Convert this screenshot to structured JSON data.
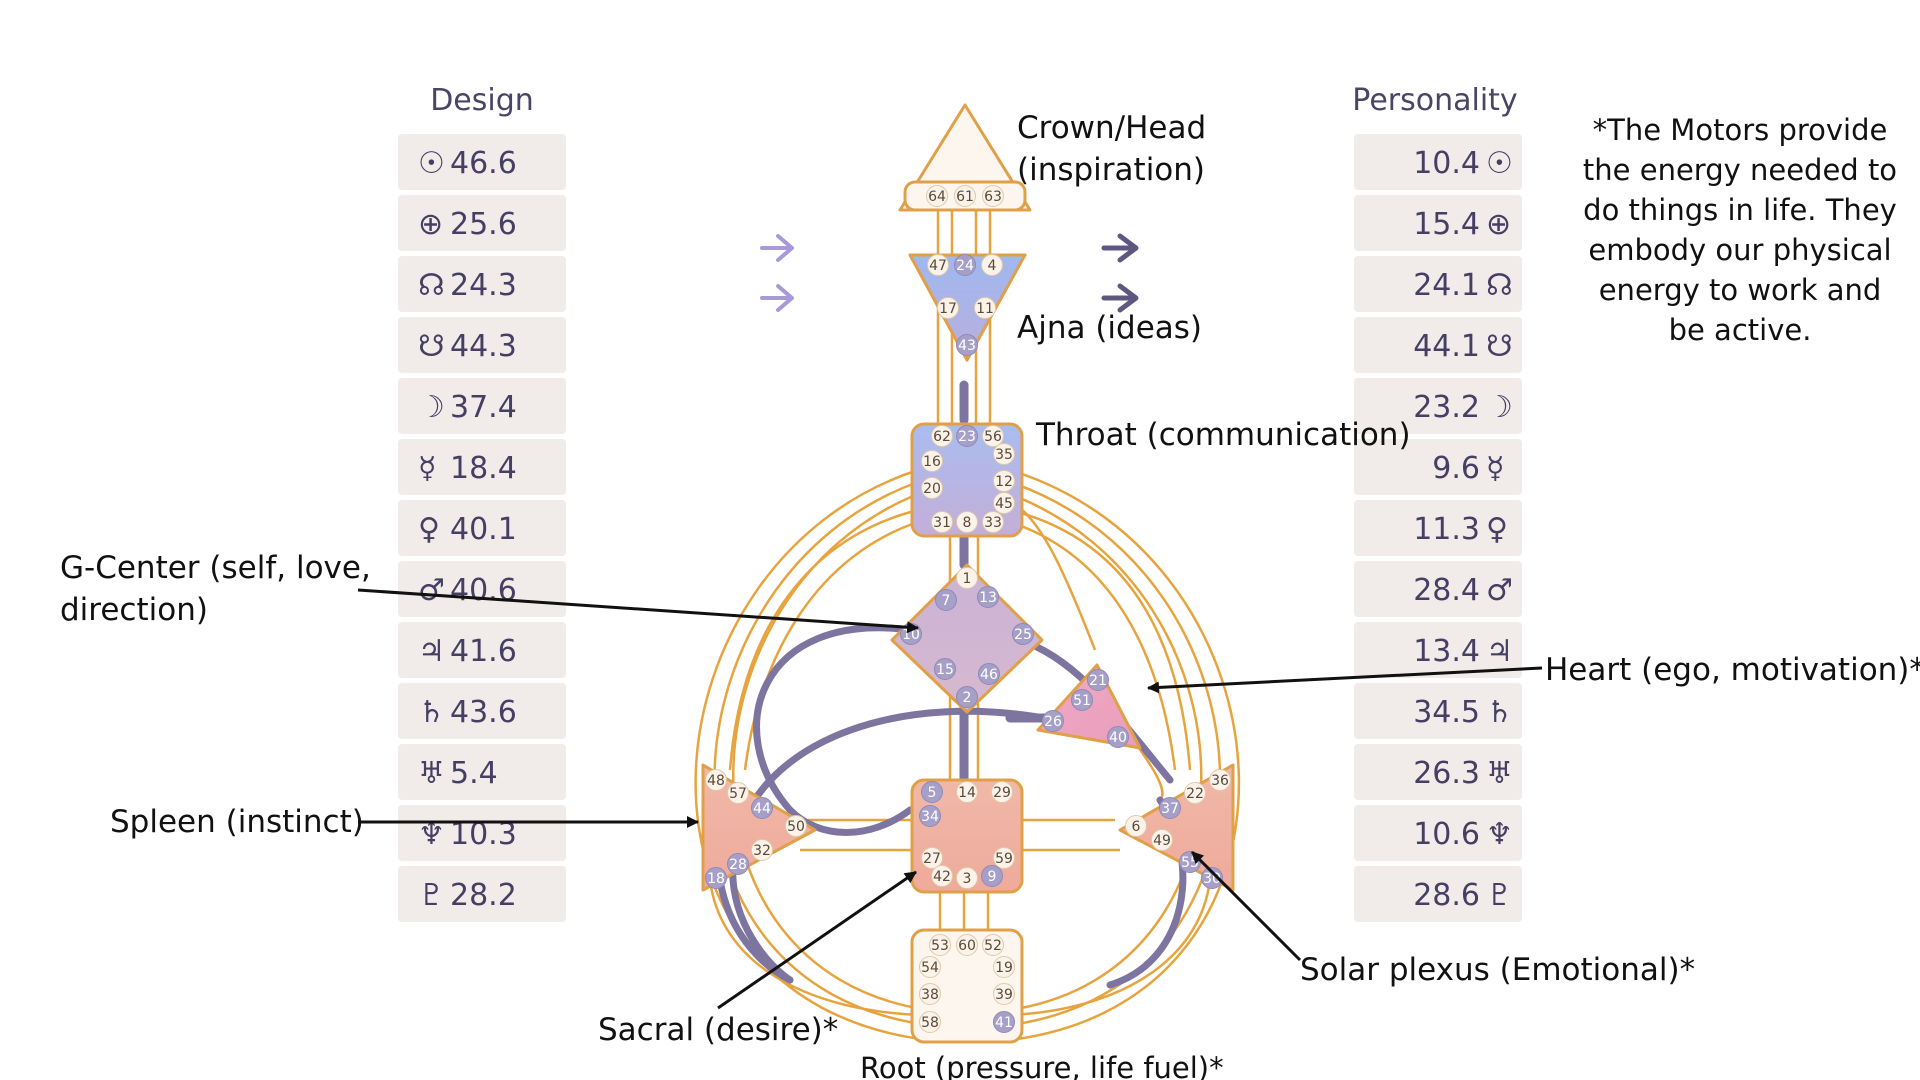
{
  "design": {
    "title": "Design",
    "rows": [
      {
        "icon": "sun-icon",
        "glyph": "☉",
        "value": "46.6"
      },
      {
        "icon": "earth-icon",
        "glyph": "⊕",
        "value": "25.6"
      },
      {
        "icon": "north-node-icon",
        "glyph": "☊",
        "value": "24.3"
      },
      {
        "icon": "south-node-icon",
        "glyph": "☋",
        "value": "44.3"
      },
      {
        "icon": "moon-icon",
        "glyph": "☽",
        "value": "37.4"
      },
      {
        "icon": "mercury-icon",
        "glyph": "☿",
        "value": "18.4"
      },
      {
        "icon": "venus-icon",
        "glyph": "♀",
        "value": "40.1"
      },
      {
        "icon": "mars-icon",
        "glyph": "♂",
        "value": "40.6"
      },
      {
        "icon": "jupiter-icon",
        "glyph": "♃",
        "value": "41.6"
      },
      {
        "icon": "saturn-icon",
        "glyph": "♄",
        "value": "43.6"
      },
      {
        "icon": "uranus-icon",
        "glyph": "♅",
        "value": "5.4"
      },
      {
        "icon": "neptune-icon",
        "glyph": "♆",
        "value": "10.3"
      },
      {
        "icon": "pluto-icon",
        "glyph": "♇",
        "value": "28.2"
      }
    ]
  },
  "personality": {
    "title": "Personality",
    "rows": [
      {
        "icon": "sun-icon",
        "glyph": "☉",
        "value": "10.4"
      },
      {
        "icon": "earth-icon",
        "glyph": "⊕",
        "value": "15.4"
      },
      {
        "icon": "north-node-icon",
        "glyph": "☊",
        "value": "24.1"
      },
      {
        "icon": "south-node-icon",
        "glyph": "☋",
        "value": "44.1"
      },
      {
        "icon": "moon-icon",
        "glyph": "☽",
        "value": "23.2"
      },
      {
        "icon": "mercury-icon",
        "glyph": "☿",
        "value": "9.6"
      },
      {
        "icon": "venus-icon",
        "glyph": "♀",
        "value": "11.3"
      },
      {
        "icon": "mars-icon",
        "glyph": "♂",
        "value": "28.4"
      },
      {
        "icon": "jupiter-icon",
        "glyph": "♃",
        "value": "13.4"
      },
      {
        "icon": "saturn-icon",
        "glyph": "♄",
        "value": "34.5"
      },
      {
        "icon": "uranus-icon",
        "glyph": "♅",
        "value": "26.3"
      },
      {
        "icon": "neptune-icon",
        "glyph": "♆",
        "value": "10.6"
      },
      {
        "icon": "pluto-icon",
        "glyph": "♇",
        "value": "28.6"
      }
    ]
  },
  "labels": {
    "crown_line1": "Crown/Head",
    "crown_line2": "(inspiration)",
    "ajna": "Ajna (ideas)",
    "throat": "Throat (communication)",
    "g_center_line1": "G-Center (self, love,",
    "g_center_line2": "direction)",
    "heart": "Heart (ego, motivation)*",
    "spleen": "Spleen (instinct)",
    "solar_plexus": "Solar plexus (Emotional)*",
    "sacral": "Sacral (desire)*",
    "root": "Root (pressure, life fuel)*"
  },
  "note": {
    "lines": [
      "*The Motors provide",
      "the energy needed to",
      "do things in life. They",
      "embody our physical",
      "energy to work and",
      "be active."
    ]
  },
  "gates": {
    "head": [
      "64",
      "61",
      "63"
    ],
    "ajna": [
      "47",
      "24",
      "4",
      "17",
      "11",
      "43"
    ],
    "throat": [
      "62",
      "23",
      "56",
      "16",
      "35",
      "20",
      "12",
      "45",
      "31",
      "8",
      "33"
    ],
    "g": [
      "1",
      "7",
      "13",
      "10",
      "25",
      "15",
      "46",
      "2"
    ],
    "heart": [
      "21",
      "51",
      "26",
      "40"
    ],
    "spleen": [
      "48",
      "57",
      "44",
      "50",
      "32",
      "28",
      "18"
    ],
    "sacral": [
      "5",
      "14",
      "29",
      "34",
      "27",
      "59",
      "42",
      "3",
      "9"
    ],
    "solar": [
      "36",
      "22",
      "37",
      "6",
      "49",
      "55",
      "30"
    ],
    "root": [
      "53",
      "60",
      "52",
      "54",
      "19",
      "38",
      "39",
      "58",
      "41"
    ]
  },
  "colors": {
    "cell_bg": "#f1ece9",
    "center_border": "#e0a048",
    "channel": "#e7a43e",
    "active_channel": "#7e74a0",
    "design_arrow": "#a89ad8",
    "personality_arrow": "#5e5880"
  }
}
